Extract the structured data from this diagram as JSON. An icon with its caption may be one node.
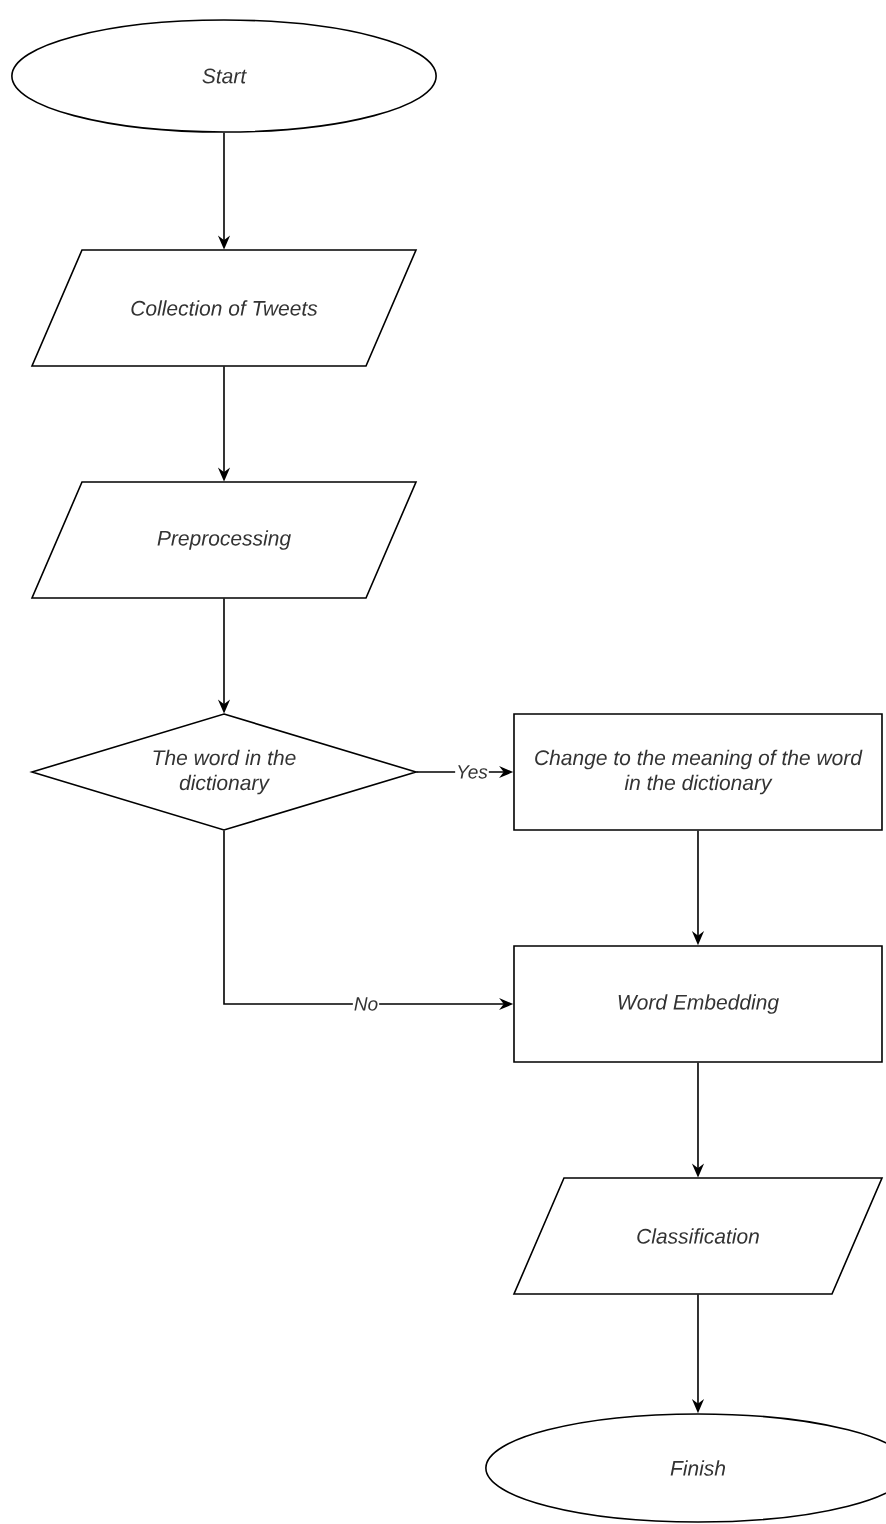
{
  "diagram": {
    "nodes": [
      {
        "text": [
          "Start"
        ]
      },
      {
        "text": [
          "Collection of Tweets"
        ]
      },
      {
        "text": [
          "Preprocessing"
        ]
      },
      {
        "text": [
          "The word in the dictionary"
        ]
      },
      {
        "text": [
          "Change to the meaning of the word in the dictionary"
        ]
      },
      {
        "text": [
          "Word Embedding"
        ]
      },
      {
        "text": [
          "Classification"
        ]
      },
      {
        "text": [
          "Finish"
        ]
      }
    ],
    "edges": [
      {
        "from": 0,
        "to": 1,
        "arrow": "to"
      },
      {
        "from": 1,
        "to": 2,
        "arrow": "to"
      },
      {
        "from": 2,
        "to": 3,
        "arrow": "to"
      },
      {
        "from": 3,
        "to": 4,
        "label": "Yes",
        "arrow": "to"
      },
      {
        "from": 3,
        "to": 5,
        "label": "No",
        "arrow": "to"
      },
      {
        "from": 4,
        "to": 5,
        "arrow": "to"
      },
      {
        "from": 5,
        "to": 6,
        "arrow": "to"
      },
      {
        "from": 6,
        "to": 7,
        "arrow": "to"
      }
    ]
  }
}
